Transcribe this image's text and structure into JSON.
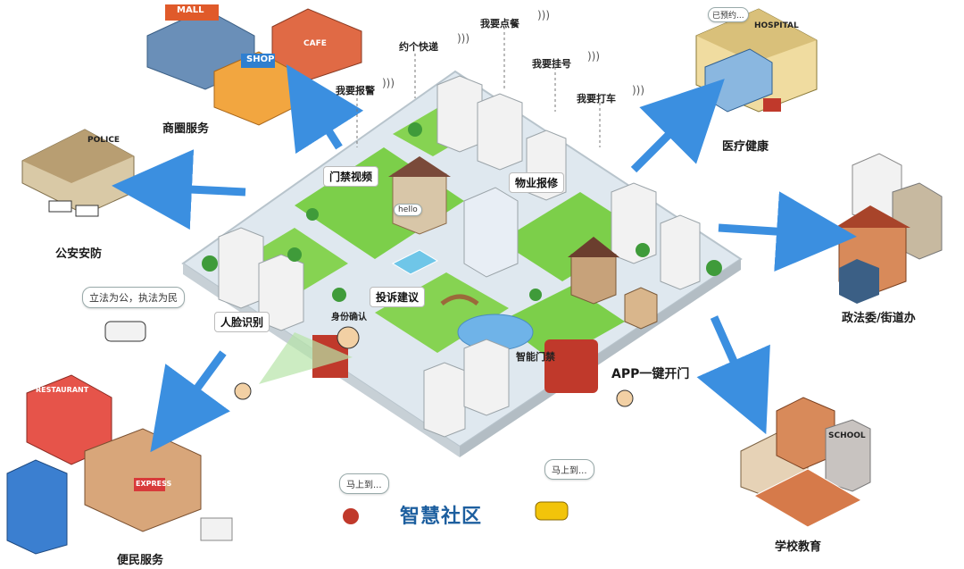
{
  "title": "智慧社区",
  "outer_labels": {
    "shangquan": "商圈服务",
    "gongan": "公安安防",
    "bianmin": "便民服务",
    "yiliao": "医疗健康",
    "zhengfa": "政法委/街道办",
    "xuexiao": "学校教育"
  },
  "service_requests": {
    "baojing": "我要报警",
    "kuaidi": "约个快递",
    "diancan": "我要点餐",
    "guahao": "我要挂号",
    "dache": "我要打车"
  },
  "community_callouts": {
    "menjin": "门禁视频",
    "wuye": "物业报修",
    "tousu": "投诉建议",
    "renlian": "人脸识别",
    "shenfen": "身份确认",
    "zhineng": "智能门禁",
    "app": "APP一键开门"
  },
  "speech_bubbles": {
    "police": "立法为公，执法为民",
    "hospital": "已预约...",
    "hello": "hello",
    "delivery": "马上到...",
    "taxi": "马上到..."
  },
  "signs": {
    "mall": "MALL",
    "cafe": "CAFE",
    "shop": "SHOP",
    "police": "POLICE",
    "hospital": "HOSPITAL",
    "restaurant": "RESTAURANT",
    "express": "EXPRESS",
    "school": "SCHOOL"
  },
  "colors": {
    "arrow": "#3b8fe0",
    "grass": "#7ccf4a",
    "road": "#dfe8ef",
    "water": "#6fb3e8",
    "title": "#1d5f9f"
  }
}
